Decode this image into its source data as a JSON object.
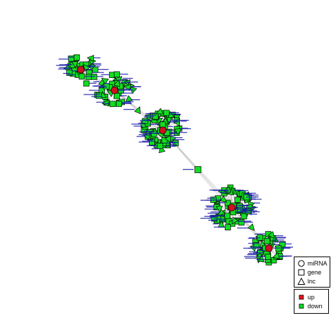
{
  "legend": {
    "shape_items": [
      {
        "label": "miRNA",
        "shape": "circle"
      },
      {
        "label": "gene",
        "shape": "square"
      },
      {
        "label": "lnc",
        "shape": "triangle"
      }
    ],
    "color_items": [
      {
        "label": "up",
        "color": "#e8151d"
      },
      {
        "label": "down",
        "color": "#11dd22"
      }
    ]
  },
  "colors": {
    "up": "#cc1122",
    "down": "#11dd22",
    "edge": "#b4b4b4",
    "node_label": "#1a1aa8"
  },
  "network": {
    "clusters": [
      {
        "node_count": 30
      },
      {
        "node_count": 40
      },
      {
        "node_count": 70
      },
      {
        "node_count": 75
      },
      {
        "node_count": 40
      }
    ],
    "bridge_nodes": [
      {
        "shape": "triangle"
      },
      {
        "shape": "square"
      },
      {
        "shape": "triangle"
      }
    ]
  }
}
